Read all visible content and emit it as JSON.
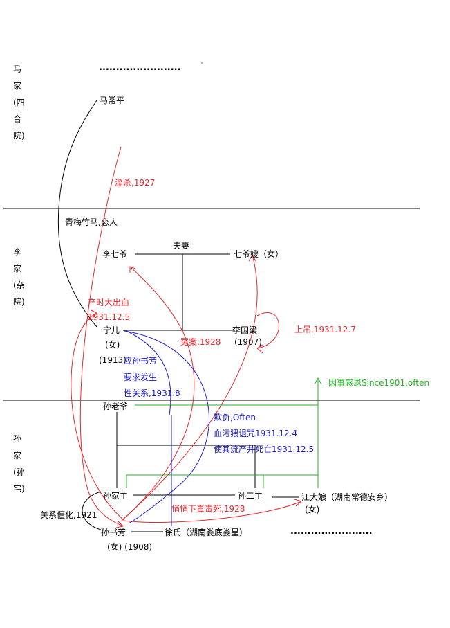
{
  "families": {
    "ma": [
      "马",
      "家",
      "(四",
      "合",
      "院)"
    ],
    "li": [
      "李",
      "家",
      "(杂",
      "院)"
    ],
    "sun": [
      "孙",
      "家",
      "(孙",
      "宅)"
    ]
  },
  "persons": {
    "ma_changping": "马常平",
    "li_qiye": "李七爷",
    "qiye_sao": "七爷嫂（女）",
    "ning_er": "宁儿",
    "ning_er_sex": "(女)",
    "ning_er_year": "(1913)",
    "li_guoliang": "李国梁",
    "li_guoliang_year": "(1907)",
    "sun_laoye": "孙老爷",
    "sun_jiazhu": "孙家主",
    "sun_erzhu": "孙二主",
    "jiang_daniang": "江大娘（湖南常德安乡）",
    "jiang_daniang_sex": "(女)",
    "sun_shufang": "孙书芳",
    "sun_shufang_info": "(女) (1908)",
    "xu_shi": "徐氏（湖南娄底娄星）"
  },
  "relations": {
    "fuqi": "夫妻",
    "qingmei": "青梅竹马,恋人",
    "lansha": "滥杀,1927",
    "chanshi_1": "产时大出血",
    "chanshi_2": "1931.12.5",
    "yuanan": "冤案,1928",
    "shangdiao": "上吊,1931.12.7",
    "ying_1": "应孙书芳",
    "ying_2": "要求发生",
    "ying_3": "性关系,1931.8",
    "yinshi": "因事感恩Since1901,often",
    "qifu": "欺负,Often",
    "xuewu": "血污猥诅咒1931.12.4",
    "shiqi": "使其流产并死亡1931.12.5",
    "guanxi": "关系僵化,1921",
    "qiaoqiao": "悄悄下毒毒死,1928"
  },
  "ellipsis": {
    "top": "........................",
    "bottom": "........................"
  },
  "colors": {
    "kinship": "#000000",
    "death": "#e8262b",
    "abuse": "#1c1ccd",
    "gratitude": "#21b521"
  }
}
